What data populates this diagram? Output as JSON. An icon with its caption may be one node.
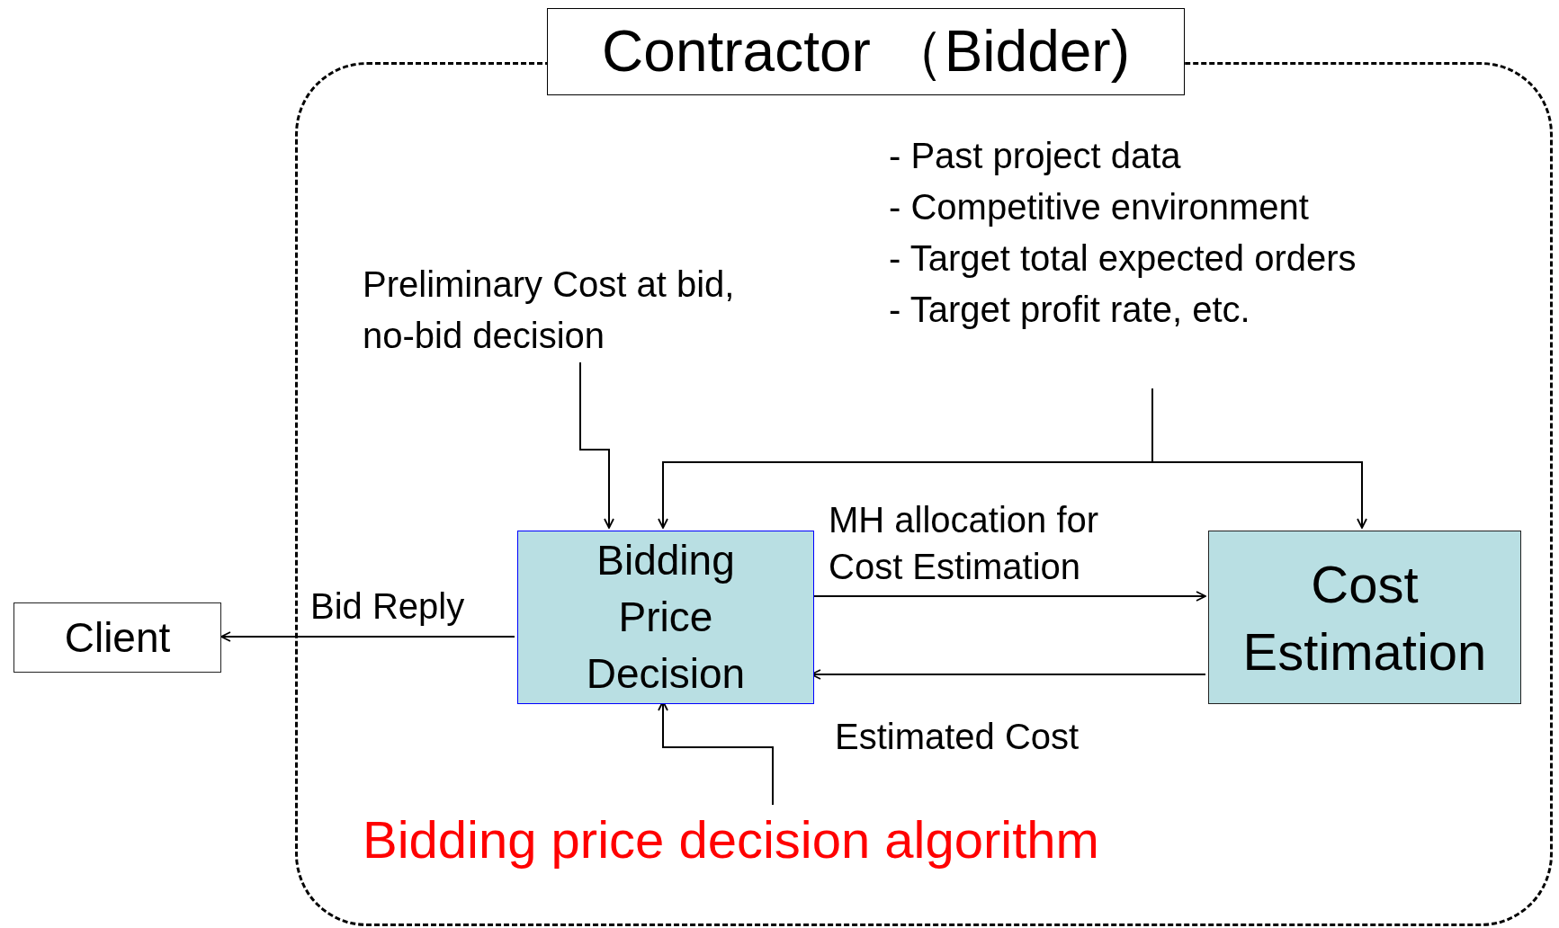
{
  "diagram": {
    "nodes": [
      {
        "text": [
          "Contractor （Bidder)"
        ]
      },
      {
        "text": [
          "Preliminary Cost at bid, no-bid decision"
        ],
        "in": 0
      },
      {
        "text": [
          "- Past project data",
          "- Competitive environment",
          "- Target total expected orders",
          "- Target profit rate, etc."
        ],
        "in": 0
      },
      {
        "text": [
          "Bidding Price Decision"
        ],
        "in": 0
      },
      {
        "text": [
          "Cost Estimation"
        ],
        "in": 0
      },
      {
        "text": [
          "Bidding price decision algorithm"
        ],
        "in": 0
      },
      {
        "text": [
          "Client"
        ]
      }
    ],
    "edges": [
      {
        "from": 1,
        "to": 3,
        "arrow": "to"
      },
      {
        "from": 2,
        "to": 3,
        "arrow": "to"
      },
      {
        "from": 2,
        "to": 4,
        "arrow": "to"
      },
      {
        "from": 3,
        "to": 4,
        "arrow": "to",
        "label": "MH allocation for Cost Estimation"
      },
      {
        "from": 4,
        "to": 3,
        "arrow": "to",
        "label": "Estimated Cost"
      },
      {
        "from": 3,
        "to": 6,
        "arrow": "to",
        "label": "Bid Reply"
      },
      {
        "from": 5,
        "to": 3,
        "arrow": "to"
      }
    ]
  }
}
